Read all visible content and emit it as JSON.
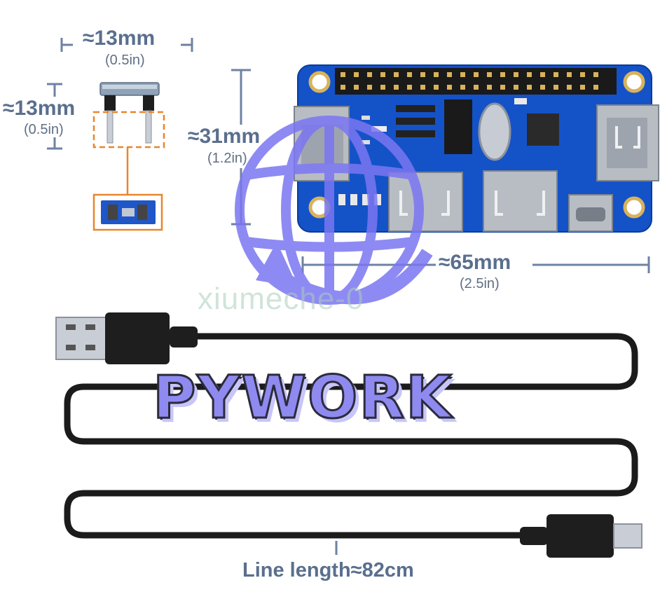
{
  "dimensions": {
    "pin_width": {
      "main": "≈13mm",
      "sub": "(0.5in)"
    },
    "pin_height": {
      "main": "≈13mm",
      "sub": "(0.5in)"
    },
    "board_height": {
      "main": "≈31mm",
      "sub": "(1.2in)"
    },
    "board_width": {
      "main": "≈65mm",
      "sub": "(2.5in)"
    },
    "cable_length": "Line length≈82cm"
  },
  "watermark": {
    "text": "xiumeche-0"
  },
  "brand": {
    "text": "PYWORK"
  },
  "colors": {
    "pcb": "#1452c8",
    "dimension_text": "#5a6f8e",
    "dimension_line": "#6e82a2",
    "highlight": "#e8862a",
    "cable": "#1b1b1b",
    "globe": "#7b76f2"
  },
  "icons": [
    "usb-hub-board",
    "header-pins",
    "usb-cable",
    "globe-logo"
  ]
}
